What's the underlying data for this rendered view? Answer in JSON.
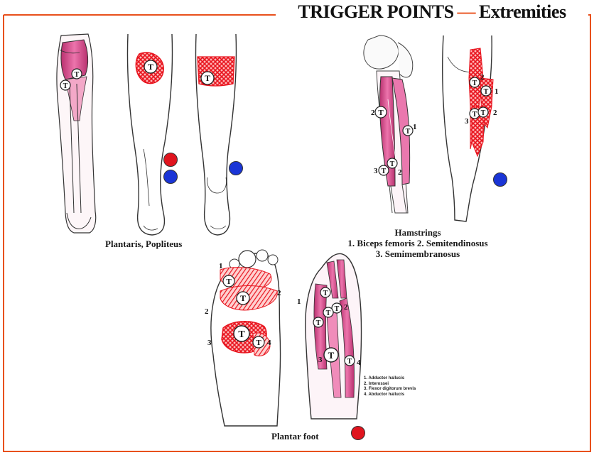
{
  "title": {
    "main": "TRIGGER POINTS",
    "dash": "—",
    "sub": "Extremities"
  },
  "colors": {
    "accent": "#e8501c",
    "muscle": "#d94a8c",
    "trigger": "#e8141e",
    "marker_red": "#e0141e",
    "marker_blue": "#1a35d6",
    "outline": "#333333"
  },
  "panels": {
    "plantaris": {
      "caption": "Plantaris, Popliteus"
    },
    "hamstrings": {
      "title": "Hamstrings",
      "line1": "1. Biceps femoris 2. Semitendinosus",
      "line2": "3. Semimembranosus"
    },
    "plantar": {
      "caption": "Plantar foot",
      "legend": [
        "1. Adductor hallucis",
        "2. Interossei",
        "3. Flexor digitorum brevis",
        "4. Abductor hallucis"
      ]
    }
  },
  "trigger_symbol": "T",
  "labels": {
    "n1": "1",
    "n2": "2",
    "n3": "3",
    "n4": "4"
  },
  "markers": [
    {
      "name": "marker-red-lower-leg",
      "color": "red"
    },
    {
      "name": "marker-blue-lower-leg",
      "color": "blue"
    },
    {
      "name": "marker-blue-back-leg",
      "color": "blue"
    },
    {
      "name": "marker-blue-hamstrings",
      "color": "blue"
    },
    {
      "name": "marker-red-plantar",
      "color": "red"
    }
  ]
}
